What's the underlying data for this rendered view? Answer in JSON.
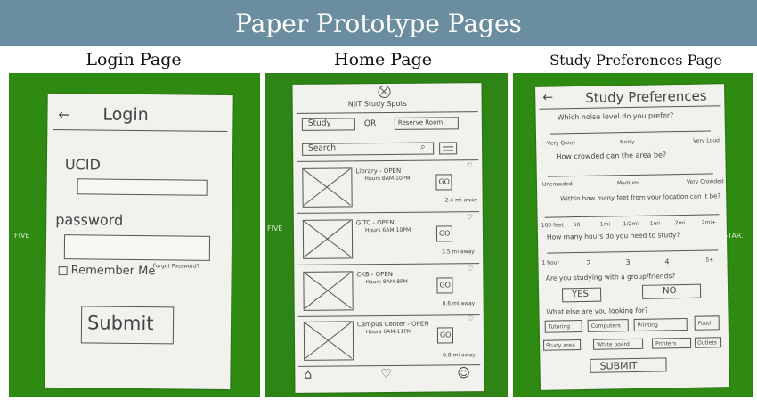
{
  "banner": {
    "title": "Paper Prototype Pages"
  },
  "labels": {
    "login": "Login Page",
    "home": "Home Page",
    "prefs": "Study Preferences Page"
  },
  "login": {
    "title": "Login",
    "ucid_label": "UCID",
    "password_label": "password",
    "remember": "Remember Me",
    "forgot": "Forgot Password?",
    "submit": "Submit"
  },
  "home": {
    "app_title": "NJIT Study Spots",
    "study": "Study",
    "or": "OR",
    "reserve": "Reserve Room",
    "search": "Search",
    "go": "GO",
    "spots": [
      {
        "name": "Library - OPEN",
        "hours": "Hours 8AM-10PM",
        "dist": "2.4 mi away"
      },
      {
        "name": "GITC - OPEN",
        "hours": "Hours 6AM-10PM",
        "dist": "3.5 mi away"
      },
      {
        "name": "CKB - OPEN",
        "hours": "Hours 8AM-8PM",
        "dist": "0.6 mi away"
      },
      {
        "name": "Campus Center - OPEN",
        "hours": "Hours 6AM-11PM",
        "dist": "0.8 mi away"
      }
    ]
  },
  "prefs": {
    "title": "Study Preferences",
    "q1": "Which noise level do you prefer?",
    "q1_left": "Very Quiet",
    "q1_mid": "Noisy",
    "q1_right": "Very Loud",
    "q2": "How crowded can the area be?",
    "q2_left": "Uncrowded",
    "q2_mid": "Medium",
    "q2_right": "Very Crowded",
    "q3": "Within how many feet from your location can it be?",
    "q3_ticks": [
      "100 feet",
      "50",
      "1mi",
      "1/2mi",
      "1mi",
      "2mi",
      "2mi+"
    ],
    "q4": "How many hours do you need to study?",
    "q4_ticks": [
      "1 hour",
      "2",
      "3",
      "4",
      "5+"
    ],
    "q5": "Are you studying with a group/friends?",
    "yes": "YES",
    "no": "NO",
    "q6": "What else are you looking for?",
    "opt_row1": [
      "Tutoring",
      "Computers",
      "Printing",
      "Food"
    ],
    "opt_row2": [
      "Study area",
      "White board",
      "Printers",
      "Outlets"
    ],
    "submit": "SUBMIT"
  },
  "background": {
    "five": "FIVE",
    "star": "STAR."
  }
}
